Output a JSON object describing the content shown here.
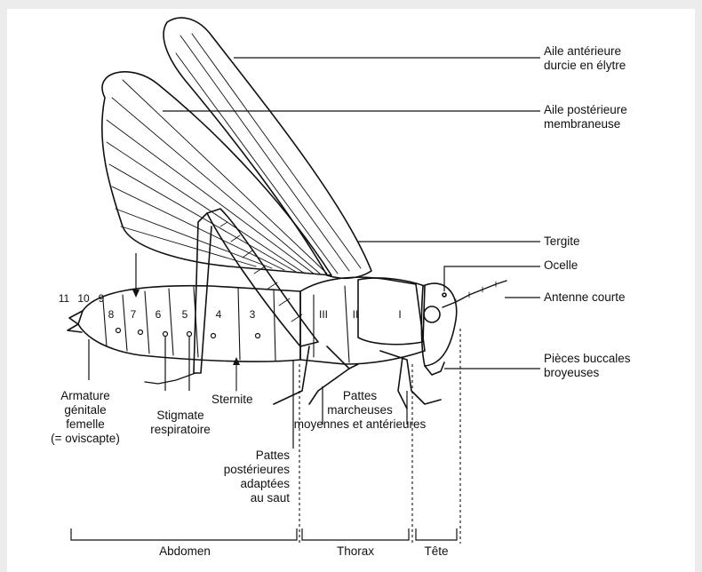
{
  "labels": {
    "elytre_line1": "Aile antérieure",
    "elytre_line2": "durcie en élytre",
    "aile_post_line1": "Aile postérieure",
    "aile_post_line2": "membraneuse",
    "tergite": "Tergite",
    "ocelle": "Ocelle",
    "antenne": "Antenne courte",
    "pieces_line1": "Pièces buccales",
    "pieces_line2": "broyeuses",
    "armature_line1": "Armature",
    "armature_line2": "génitale",
    "armature_line3": "femelle",
    "armature_line4": "(= oviscapte)",
    "stigmate_line1": "Stigmate",
    "stigmate_line2": "respiratoire",
    "sternite": "Sternite",
    "pattes_mar_line1": "Pattes",
    "pattes_mar_line2": "marcheuses",
    "pattes_mar_line3": "moyennes et antérieures",
    "pattes_post_line1": "Pattes",
    "pattes_post_line2": "postérieures",
    "pattes_post_line3": "adaptées",
    "pattes_post_line4": "au saut"
  },
  "regions": {
    "abdomen": "Abdomen",
    "thorax": "Thorax",
    "tete": "Tête"
  },
  "segment_numbers": {
    "s11": "11",
    "s10": "10",
    "s9": "9",
    "s8": "8",
    "s7": "7",
    "s6": "6",
    "s5": "5",
    "s4": "4",
    "s3": "3",
    "t3": "III",
    "t2": "II",
    "t1": "I"
  }
}
